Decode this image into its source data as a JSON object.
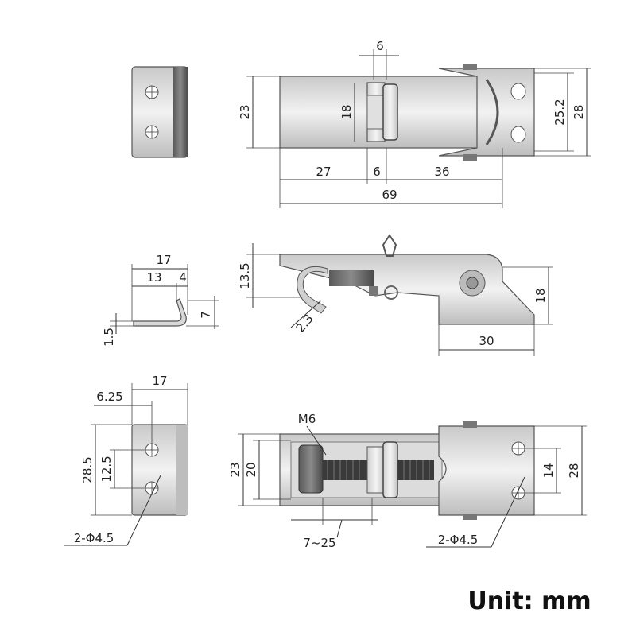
{
  "top_view": {
    "dim_6_top": "6",
    "dim_23": "23",
    "dim_18": "18",
    "dim_25_2": "25.2",
    "dim_28": "28",
    "dim_27": "27",
    "dim_6_bottom": "6",
    "dim_36": "36",
    "dim_69": "69"
  },
  "side_view": {
    "dim_13_5": "13.5",
    "dim_18": "18",
    "dim_2_3": "2.3",
    "dim_30": "30"
  },
  "catch_side": {
    "dim_17": "17",
    "dim_13": "13",
    "dim_4": "4",
    "dim_7": "7",
    "dim_1_5": "1.5"
  },
  "catch_front": {
    "dim_17": "17",
    "dim_6_25": "6.25",
    "dim_28_5": "28.5",
    "dim_12_5": "12.5",
    "holes": "2-Φ4.5"
  },
  "bottom_view": {
    "thread": "M6",
    "dim_23": "23",
    "dim_20": "20",
    "dim_14": "14",
    "dim_28": "28",
    "range": "7~25",
    "holes": "2-Φ4.5"
  },
  "unit_label": "Unit: mm",
  "colors": {
    "metal_light": "#e8e8e8",
    "metal_dark": "#9a9a9a",
    "line": "#333333"
  }
}
